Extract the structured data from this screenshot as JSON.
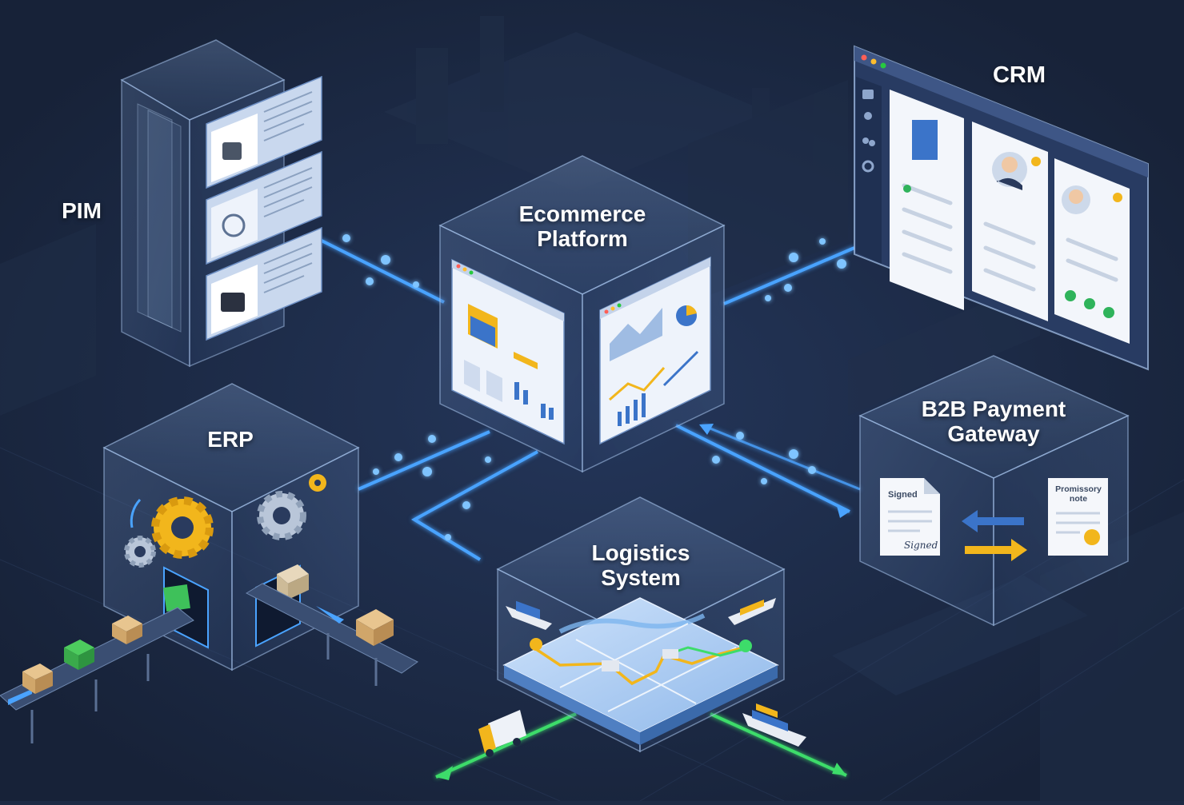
{
  "nodes": {
    "pim": {
      "label": "PIM"
    },
    "crm": {
      "label": "CRM"
    },
    "ecommerce": {
      "label_line1": "Ecommerce",
      "label_line2": "Platform"
    },
    "erp": {
      "label": "ERP"
    },
    "b2b": {
      "label_line1": "B2B Payment",
      "label_line2": "Gateway"
    },
    "logistics": {
      "label_line1": "Logistics",
      "label_line2": "System"
    }
  },
  "documents": {
    "signed_title": "Signed",
    "signed_signature": "Signed",
    "note_title_line1": "Promissory",
    "note_title_line2": "note"
  },
  "colors": {
    "background": "#1d2a44",
    "connector_blue": "#4aa3ff",
    "connector_green": "#3ddc6a",
    "accent_yellow": "#f2b61c",
    "glass_edge": "#a9c6ee"
  }
}
